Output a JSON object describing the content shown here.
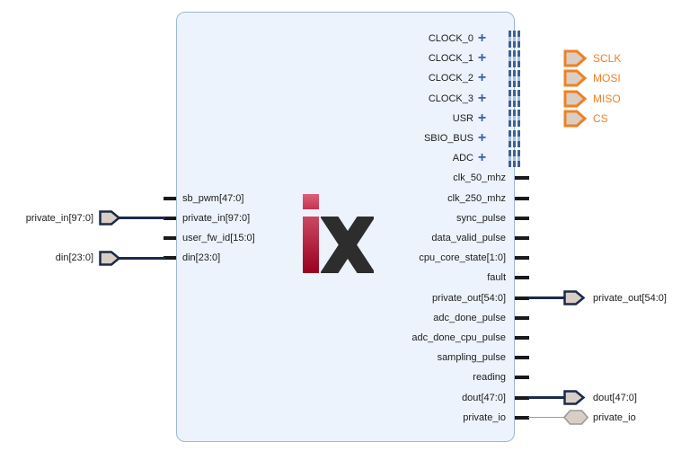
{
  "colors": {
    "block_fill": "#EDF3FC",
    "block_border": "#9DB7DA",
    "pin_text": "#1C1C1C",
    "stub_black": "#1A1A1A",
    "wire_navy": "#1B2A4A",
    "wire_gray": "#9A9A9A",
    "port_fill": "#D9CEC6",
    "plus_blue": "#3A62A5",
    "bar_blue": "#3E6190",
    "interface_orange": "#F08024",
    "logo_red_top": "#DE6079",
    "logo_red_bottom": "#99001F",
    "logo_dark": "#2D2D2D"
  },
  "logo": {
    "text": "ix"
  },
  "left_pins": [
    {
      "label": "sb_pwm[47:0]",
      "row": 8
    },
    {
      "label": "private_in[97:0]",
      "row": 9,
      "external": {
        "label": "private_in[97:0]",
        "shape": "arrow",
        "wire": "bus"
      }
    },
    {
      "label": "user_fw_id[15:0]",
      "row": 10
    },
    {
      "label": "din[23:0]",
      "row": 11,
      "external": {
        "label": "din[23:0]",
        "shape": "arrow",
        "wire": "bus"
      }
    }
  ],
  "right_rows": [
    {
      "label": "CLOCK_0",
      "type": "interface",
      "row": 0
    },
    {
      "label": "CLOCK_1",
      "type": "interface",
      "row": 1
    },
    {
      "label": "CLOCK_2",
      "type": "interface",
      "row": 2
    },
    {
      "label": "CLOCK_3",
      "type": "interface",
      "row": 3
    },
    {
      "label": "USR",
      "type": "interface",
      "row": 4
    },
    {
      "label": "SBIO_BUS",
      "type": "interface",
      "row": 5
    },
    {
      "label": "ADC",
      "type": "interface",
      "row": 6
    },
    {
      "label": "clk_50_mhz",
      "type": "pin",
      "row": 7
    },
    {
      "label": "clk_250_mhz",
      "type": "pin",
      "row": 8
    },
    {
      "label": "sync_pulse",
      "type": "pin",
      "row": 9
    },
    {
      "label": "data_valid_pulse",
      "type": "pin",
      "row": 10
    },
    {
      "label": "cpu_core_state[1:0]",
      "type": "pin",
      "row": 11
    },
    {
      "label": "fault",
      "type": "pin",
      "row": 12
    },
    {
      "label": "private_out[54:0]",
      "type": "pin",
      "row": 13,
      "external": {
        "label": "private_out[54:0]",
        "shape": "arrow",
        "wire": "bus"
      }
    },
    {
      "label": "adc_done_pulse",
      "type": "pin",
      "row": 14
    },
    {
      "label": "adc_done_cpu_pulse",
      "type": "pin",
      "row": 15
    },
    {
      "label": "sampling_pulse",
      "type": "pin",
      "row": 16
    },
    {
      "label": "reading",
      "type": "pin",
      "row": 17
    },
    {
      "label": "dout[47:0]",
      "type": "pin",
      "row": 18,
      "external": {
        "label": "dout[47:0]",
        "shape": "arrow",
        "wire": "bus"
      }
    },
    {
      "label": "private_io",
      "type": "pin",
      "row": 19,
      "external": {
        "label": "private_io",
        "shape": "hexagon",
        "wire": "net"
      }
    }
  ],
  "external_interfaces": [
    {
      "label": "SCLK",
      "row": 1
    },
    {
      "label": "MOSI",
      "row": 2
    },
    {
      "label": "MISO",
      "row": 3
    },
    {
      "label": "CS",
      "row": 4
    }
  ]
}
